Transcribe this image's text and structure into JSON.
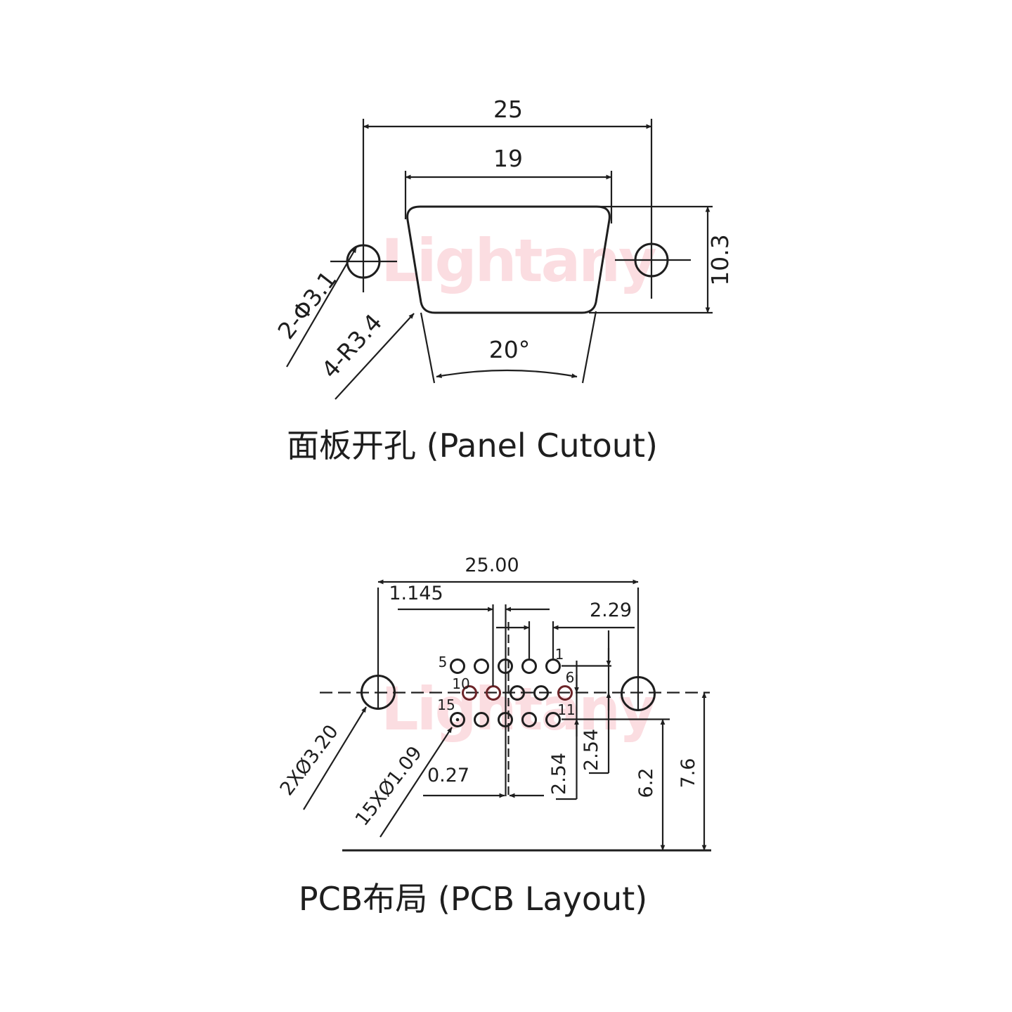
{
  "watermark": {
    "text": "Lightany",
    "color": "#fbdde1"
  },
  "panel": {
    "title": "面板开孔 (Panel Cutout)",
    "dim_width": "25",
    "dim_inner_width": "19",
    "dim_height": "10.3",
    "dim_angle": "20°",
    "label_holes": "2-Φ3.1",
    "label_corner_radius": "4-R3.4"
  },
  "pcb": {
    "title": "PCB布局 (PCB Layout)",
    "dim_width": "25.00",
    "dim_row_stagger": "1.145",
    "dim_pin_pitch": "2.29",
    "dim_row_spacing_top": "2.54",
    "dim_row_spacing_bottom": "2.54",
    "dim_row_to_edge": "6.2",
    "dim_center_to_edge": "7.6",
    "dim_center_offset": "0.27",
    "label_mount_holes": "2XØ3.20",
    "label_pin_holes": "15XØ1.09",
    "tinted_pin_color": "#6b2428",
    "pin_labels": {
      "p1": "1",
      "p5": "5",
      "p6": "6",
      "p10": "10",
      "p11": "11",
      "p15": "15"
    }
  }
}
